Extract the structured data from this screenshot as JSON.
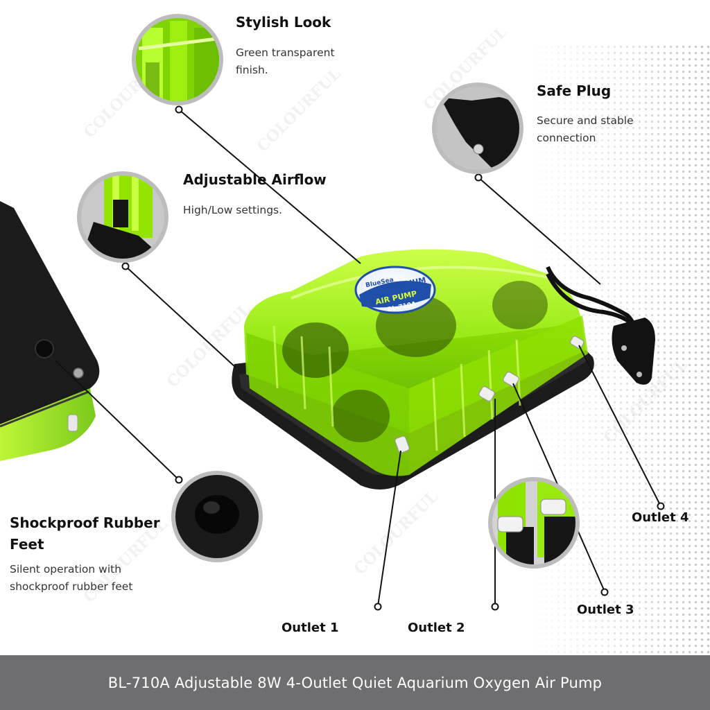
{
  "features": {
    "stylish": {
      "title": "Stylish Look",
      "desc_line1": "Green transparent",
      "desc_line2": "finish."
    },
    "safe_plug": {
      "title": "Safe Plug",
      "desc_line1": "Secure and stable",
      "desc_line2": "connection"
    },
    "airflow": {
      "title": "Adjustable Airflow",
      "desc_line1": "High/Low settings."
    },
    "feet": {
      "title_line1": "Shockproof Rubber",
      "title_line2": "Feet",
      "desc_line1": "Silent operation with",
      "desc_line2": "shockproof rubber feet"
    }
  },
  "outlets": {
    "outlet1": "Outlet 1",
    "outlet2": "Outlet 2",
    "outlet3": "Outlet 3",
    "outlet4": "Outlet 4"
  },
  "product": {
    "badge_brand": "BlueSea",
    "badge_line1": "AQUARIUM",
    "badge_line2": "AIR PUMP",
    "badge_model": "BL-710A"
  },
  "watermark": "COLOURFUL",
  "footer": {
    "title": "BL-710A Adjustable 8W 4-Outlet Quiet Aquarium Oxygen Air Pump"
  },
  "colors": {
    "accent_green": "#9cf000",
    "dark_base": "#1c1c1c",
    "footer_bar": "#6e6e70",
    "badge_blue": "#1f4fa8"
  }
}
